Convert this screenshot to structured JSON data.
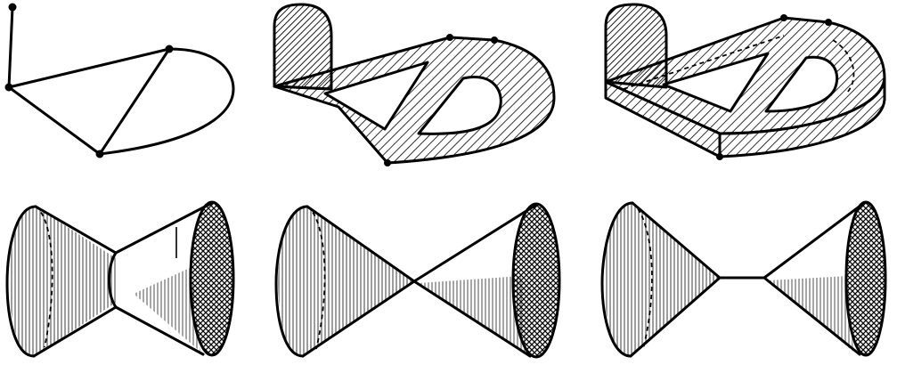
{
  "figure": {
    "rows": [
      {
        "panels": [
          "graph",
          "graph-thickened",
          "graph-solid"
        ]
      },
      {
        "panels": [
          "double-cone-neck",
          "double-cone-pinched",
          "double-cone-separated"
        ]
      }
    ]
  },
  "colors": {
    "ink": "#000000",
    "paper": "#ffffff"
  }
}
